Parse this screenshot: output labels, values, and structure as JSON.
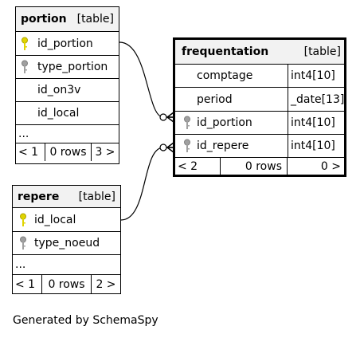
{
  "footer": {
    "caption": "Generated by SchemaSpy"
  },
  "tables": {
    "portion": {
      "name": "portion",
      "kind": "[table]",
      "columns": [
        {
          "name": "id_portion",
          "key": "primary"
        },
        {
          "name": "type_portion",
          "key": "foreign"
        },
        {
          "name": "id_on3v",
          "key": "none"
        },
        {
          "name": "id_local",
          "key": "none"
        }
      ],
      "more": "...",
      "footer": {
        "parents": "< 1",
        "rows": "0 rows",
        "children": "3 >"
      }
    },
    "repere": {
      "name": "repere",
      "kind": "[table]",
      "columns": [
        {
          "name": "id_local",
          "key": "primary"
        },
        {
          "name": "type_noeud",
          "key": "foreign"
        }
      ],
      "more": "...",
      "footer": {
        "parents": "< 1",
        "rows": "0 rows",
        "children": "2 >"
      }
    },
    "frequentation": {
      "name": "frequentation",
      "kind": "[table]",
      "columns": [
        {
          "name": "comptage",
          "type": "int4[10]",
          "key": "none"
        },
        {
          "name": "period",
          "type": "_date[13]",
          "key": "none"
        },
        {
          "name": "id_portion",
          "type": "int4[10]",
          "key": "foreign"
        },
        {
          "name": "id_repere",
          "type": "int4[10]",
          "key": "foreign"
        }
      ],
      "footer": {
        "parents": "< 2",
        "rows": "0 rows",
        "children": "0 >"
      }
    }
  },
  "colors": {
    "primary_key": "#e0d400",
    "foreign_key": "#a0a0a0",
    "header_bg": "#f2f2f2"
  }
}
